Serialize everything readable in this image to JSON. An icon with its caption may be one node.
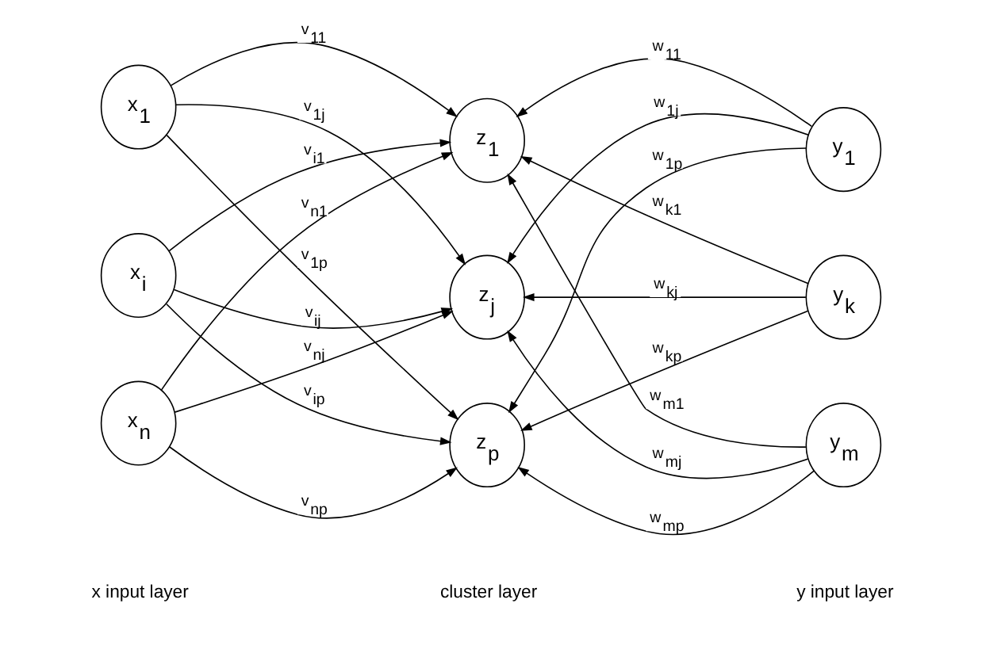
{
  "diagram": {
    "nodes": [
      {
        "text": [
          "x$_{1}$"
        ]
      },
      {
        "text": [
          "x$_{i}$"
        ]
      },
      {
        "text": [
          "x$_{n}$"
        ]
      },
      {
        "text": [
          "z$_{1}$"
        ]
      },
      {
        "text": [
          "z$_{j}$"
        ]
      },
      {
        "text": [
          "z$_{p}$"
        ]
      },
      {
        "text": [
          "y$_{1}$"
        ]
      },
      {
        "text": [
          "y$_{k}$"
        ]
      },
      {
        "text": [
          "y$_{m}$"
        ]
      }
    ],
    "edges": [
      {
        "from": 0,
        "to": 3,
        "arrow": "to",
        "label": "v$_{11}$"
      },
      {
        "from": 0,
        "to": 4,
        "arrow": "to",
        "label": "v$_{1j}$"
      },
      {
        "from": 0,
        "to": 5,
        "arrow": "to",
        "label": "v$_{1p}$"
      },
      {
        "from": 1,
        "to": 3,
        "arrow": "to",
        "label": "v$_{i1}$"
      },
      {
        "from": 1,
        "to": 4,
        "arrow": "to",
        "label": "v$_{ij}$"
      },
      {
        "from": 1,
        "to": 5,
        "arrow": "to",
        "label": "v$_{ip}$"
      },
      {
        "from": 2,
        "to": 3,
        "arrow": "to",
        "label": "v$_{n1}$"
      },
      {
        "from": 2,
        "to": 4,
        "arrow": "to",
        "label": "v$_{nj}$"
      },
      {
        "from": 2,
        "to": 5,
        "arrow": "to",
        "label": "v$_{np}$"
      },
      {
        "from": 6,
        "to": 3,
        "arrow": "to",
        "label": "w$_{11}$"
      },
      {
        "from": 7,
        "to": 3,
        "arrow": "to",
        "label": "w$_{k1}$"
      },
      {
        "from": 8,
        "to": 3,
        "arrow": "to",
        "label": "w$_{m1}$"
      },
      {
        "from": 6,
        "to": 4,
        "arrow": "to",
        "label": "w$_{1j}$"
      },
      {
        "from": 7,
        "to": 4,
        "arrow": "to",
        "label": "w$_{kj}$"
      },
      {
        "from": 8,
        "to": 4,
        "arrow": "to",
        "label": "w$_{mj}$"
      },
      {
        "from": 6,
        "to": 5,
        "arrow": "to",
        "label": "w$_{1p}$"
      },
      {
        "from": 7,
        "to": 5,
        "arrow": "to",
        "label": "w$_{kp}$"
      },
      {
        "from": 8,
        "to": 5,
        "arrow": "to",
        "label": "w$_{mp}$"
      }
    ],
    "labels": [
      "x input layer",
      "cluster layer",
      "y input layer"
    ]
  }
}
